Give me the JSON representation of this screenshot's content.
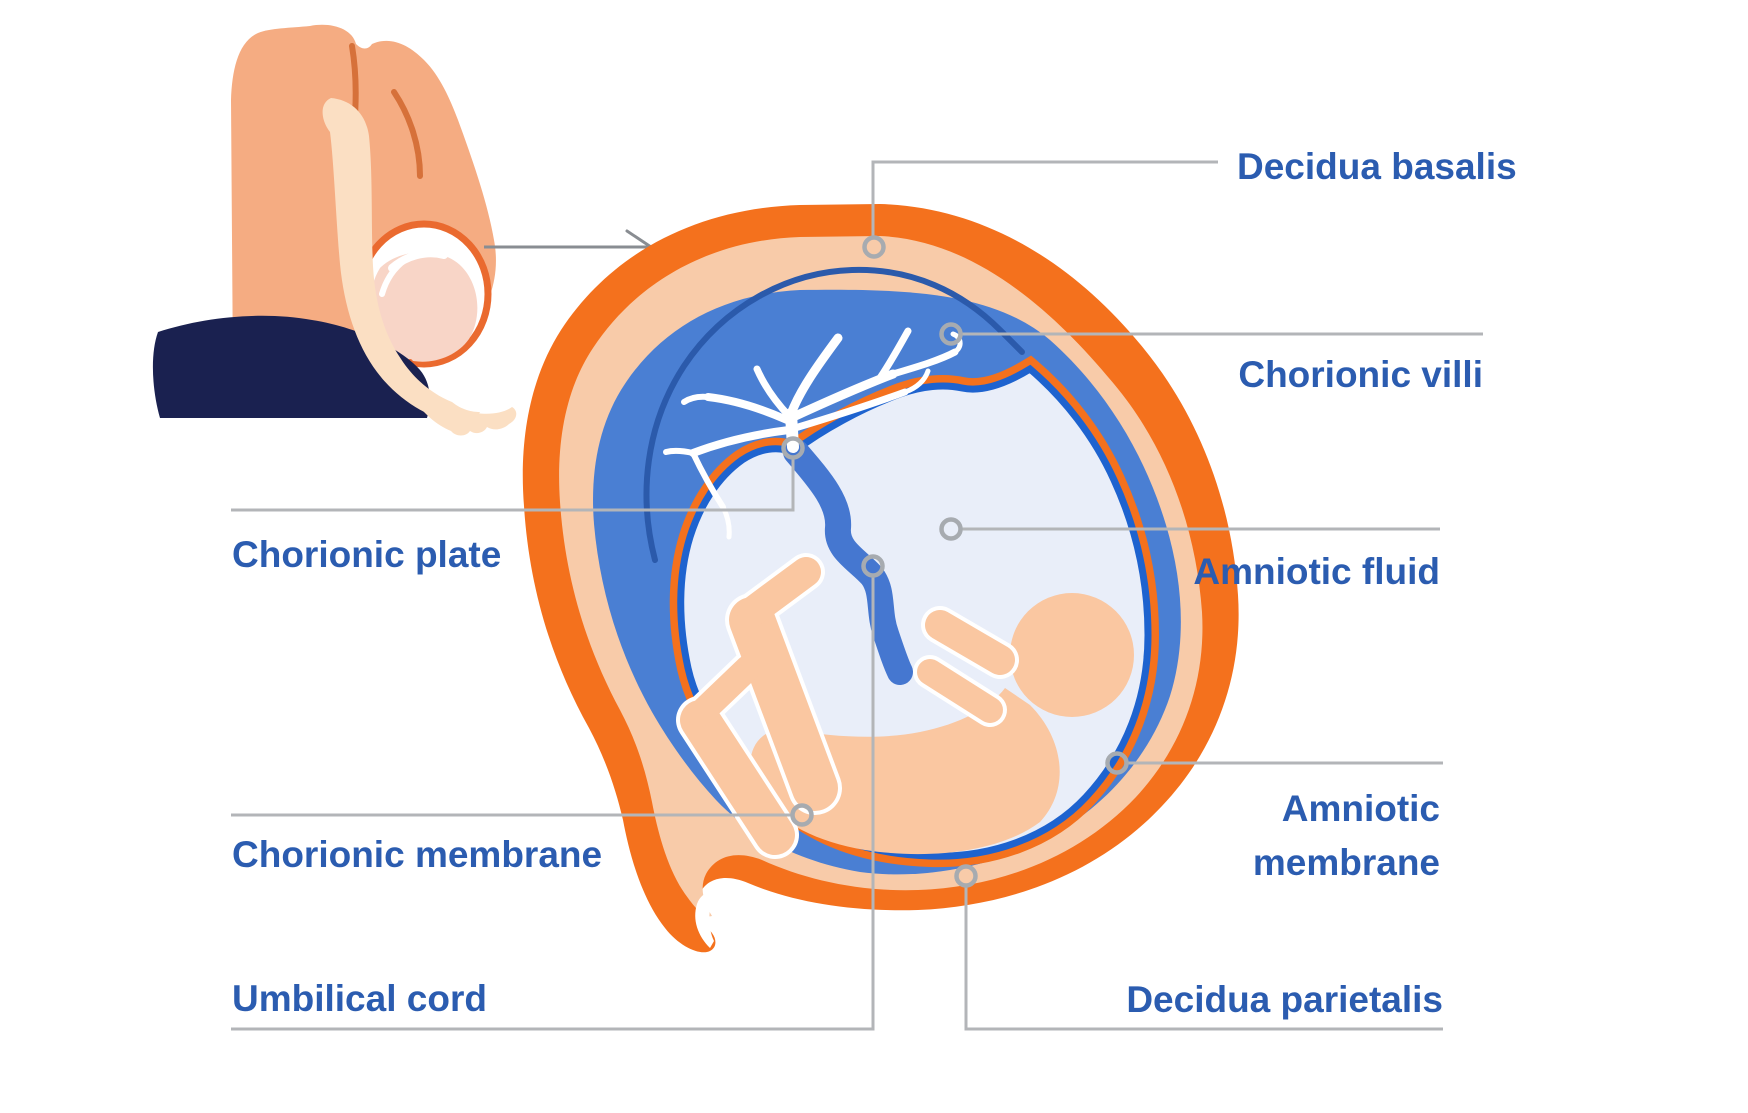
{
  "diagram": {
    "subject": "Fetal membranes and placenta cross-section",
    "labels": {
      "decidua_basalis": "Decidua basalis",
      "chorionic_villi": "Chorionic villi",
      "chorionic_plate": "Chorionic plate",
      "amniotic_fluid": "Amniotic fluid",
      "amniotic_membrane": "Amniotic membrane",
      "chorionic_membrane": "Chorionic membrane",
      "umbilical_cord": "Umbilical cord",
      "decidua_parietalis": "Decidua parietalis"
    },
    "colors": {
      "label_text": "#2B5CB0",
      "uterus_outline_orange": "#F4711D",
      "decidua_peach": "#F8CBA9",
      "chorion_blue": "#4A7FD3",
      "placenta_line_blue": "#2B5AAB",
      "amnion_line_blue": "#1E63CF",
      "amniotic_fluid": "#E9EEF9",
      "fetus_skin": "#FAC7A1",
      "umbilical_cord_blue": "#4577D0",
      "vessels": "#FFFFFF",
      "leader_line_gray": "#B3B5B8",
      "anchor_ring_gray": "#A7ABB0",
      "mother_shirt": "#F5AC82",
      "mother_arm": "#FBDFC3",
      "mother_pants": "#1A2150",
      "belly_outline": "#EA6A2F"
    }
  }
}
